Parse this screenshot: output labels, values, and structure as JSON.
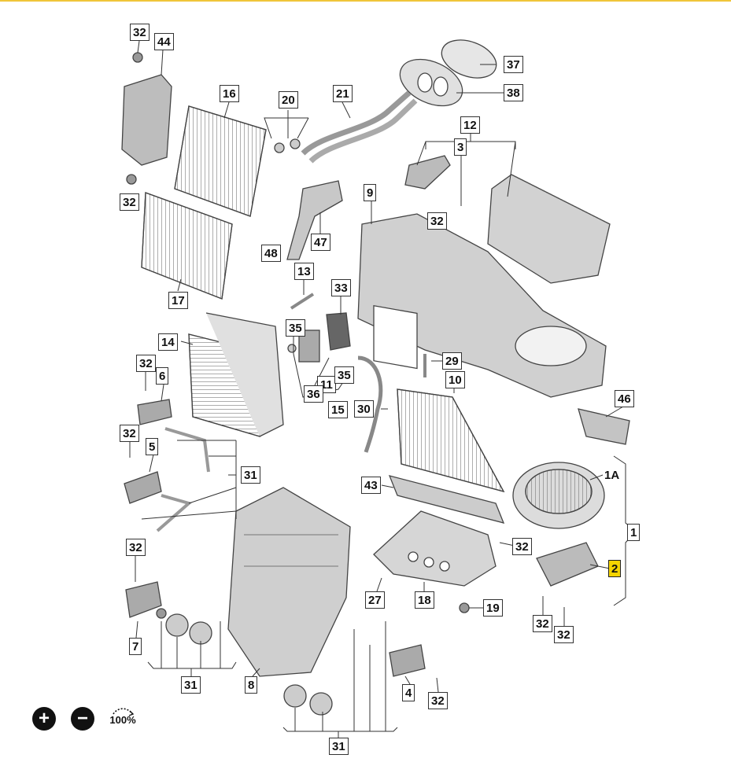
{
  "labels": {
    "l32a": "32",
    "l44": "44",
    "l37": "37",
    "l38": "38",
    "l16": "16",
    "l20": "20",
    "l21": "21",
    "l12": "12",
    "l3": "3",
    "l32b": "32",
    "l9": "9",
    "l32c": "32",
    "l47": "47",
    "l48": "48",
    "l13": "13",
    "l33": "33",
    "l17": "17",
    "l35a": "35",
    "l14": "14",
    "l11": "11",
    "l35b": "35",
    "l36": "36",
    "l15": "15",
    "l29": "29",
    "l10": "10",
    "l46": "46",
    "l32d": "32",
    "l6": "6",
    "l32e": "32",
    "l5": "5",
    "l31a": "31",
    "l30": "30",
    "l43": "43",
    "l1A": "1A",
    "l1": "1",
    "l32f": "32",
    "l2": "2",
    "l27": "27",
    "l18": "18",
    "l19": "19",
    "l32g": "32",
    "l32h": "32",
    "l32i": "32",
    "l7": "7",
    "l31b": "31",
    "l8": "8",
    "l4": "4",
    "l32j": "32",
    "l31c": "31"
  },
  "zoom": {
    "zoom_in_symbol": "+",
    "zoom_out_symbol": "−",
    "level": "100%"
  },
  "colors": {
    "highlight": "#f5d400",
    "accent_line": "#f0c53a"
  }
}
